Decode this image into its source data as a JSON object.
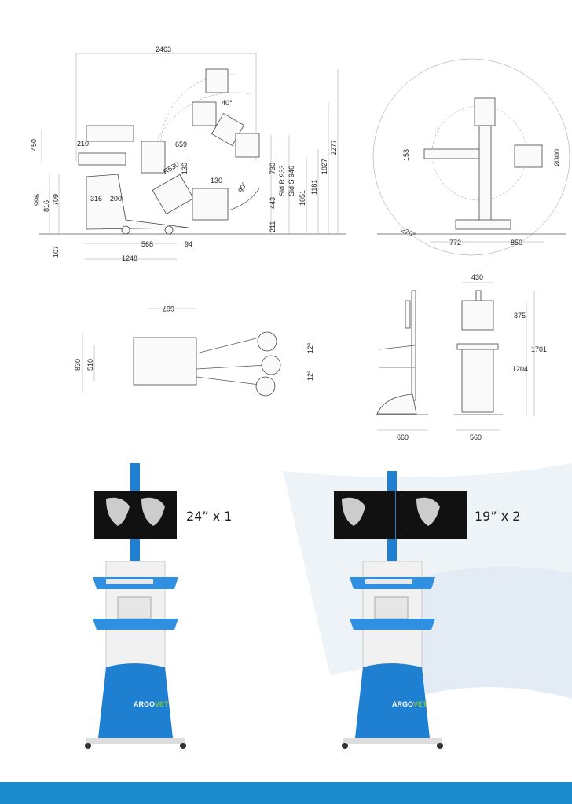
{
  "side_view": {
    "dims": [
      "2463",
      "450",
      "210",
      "659",
      "R530",
      "130",
      "130",
      "40°",
      "90°",
      "730",
      "Sid R 933",
      "Sid S 946",
      "443",
      "211",
      "1051",
      "1181",
      "1827",
      "2277",
      "996",
      "816",
      "709",
      "316",
      "200",
      "107",
      "568",
      "94",
      "1248"
    ]
  },
  "front_view": {
    "dims": [
      "153",
      "Ø300",
      "270°",
      "772",
      "850"
    ]
  },
  "top_view": {
    "dims": [
      "667",
      "830",
      "510",
      "12°",
      "12°"
    ]
  },
  "workstation_view": {
    "dims": [
      "430",
      "375",
      "1701",
      "1204",
      "660",
      "560"
    ]
  },
  "products": [
    {
      "label": "24” x 1"
    },
    {
      "label": "19” x 2"
    }
  ],
  "brand": {
    "part1": "ARGO",
    "part2": "VET"
  },
  "colors": {
    "accent": "#1a8ccc",
    "cart_blue": "#1f7fd0",
    "brand_green": "#7dc242"
  }
}
